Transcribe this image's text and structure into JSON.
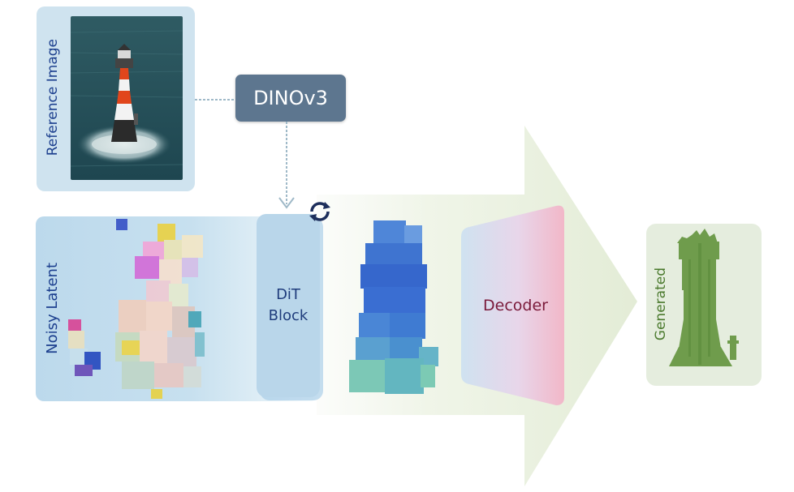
{
  "labels": {
    "reference_image": "Reference Image",
    "dino": "DINOv3",
    "noisy_latent": "Noisy Latent",
    "dit_line1": "DiT",
    "dit_line2": "Block",
    "decoder": "Decoder",
    "generated": "Generated"
  },
  "icons": {
    "cycle": "refresh-cycle-icon"
  },
  "colors": {
    "dino_box": "#5d768f",
    "label_blue": "#1c3f8e",
    "decoder_text": "#7a1a3a",
    "generated_green": "#6b9a4a",
    "flow_arrow": "#e8efdc"
  }
}
